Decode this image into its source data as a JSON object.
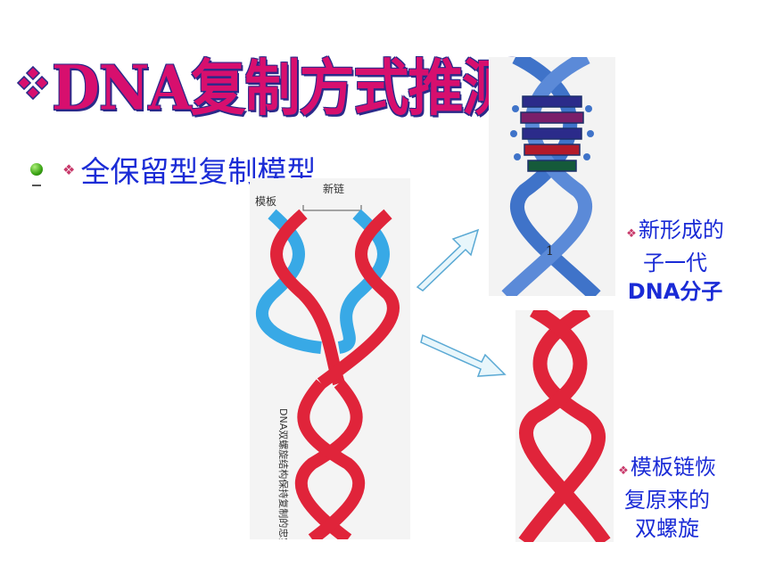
{
  "title": {
    "text": "DNA复制方式推测",
    "bullet_icon": "pink-diamond-bullet-icon"
  },
  "subtitle": {
    "text": "全保留型复制模型",
    "bullet_icon": "green-sphere-bullet-icon"
  },
  "diagram": {
    "template_label": "模板",
    "new_strand_label": "新链",
    "vertical_caption": "DNA双螺旋结构保持复制的忠实性"
  },
  "photo": {
    "number_label": "1"
  },
  "labels": {
    "new_molecule": [
      "新形成的",
      "子一代",
      "DNA分子"
    ],
    "restored_helix": [
      "模板链恢",
      "复原来的",
      "双螺旋"
    ]
  },
  "colors": {
    "title": "#d70f6e",
    "text_blue": "#1a2bd6",
    "strand_red": "#e0243a",
    "strand_blue": "#38a9e6"
  }
}
